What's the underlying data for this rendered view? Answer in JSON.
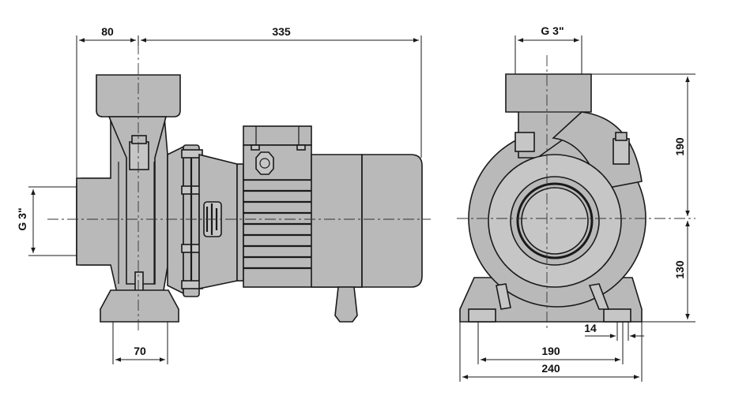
{
  "side_view": {
    "dim_suction_offset": "80",
    "dim_total_length": "335",
    "dim_inlet_thread": "G 3\"",
    "dim_foot_width": "70"
  },
  "front_view": {
    "dim_outlet_thread": "G 3\"",
    "dim_height_upper": "190",
    "dim_height_lower": "130",
    "dim_foot_hole": "14",
    "dim_foot_spacing": "190",
    "dim_base_width": "240"
  }
}
